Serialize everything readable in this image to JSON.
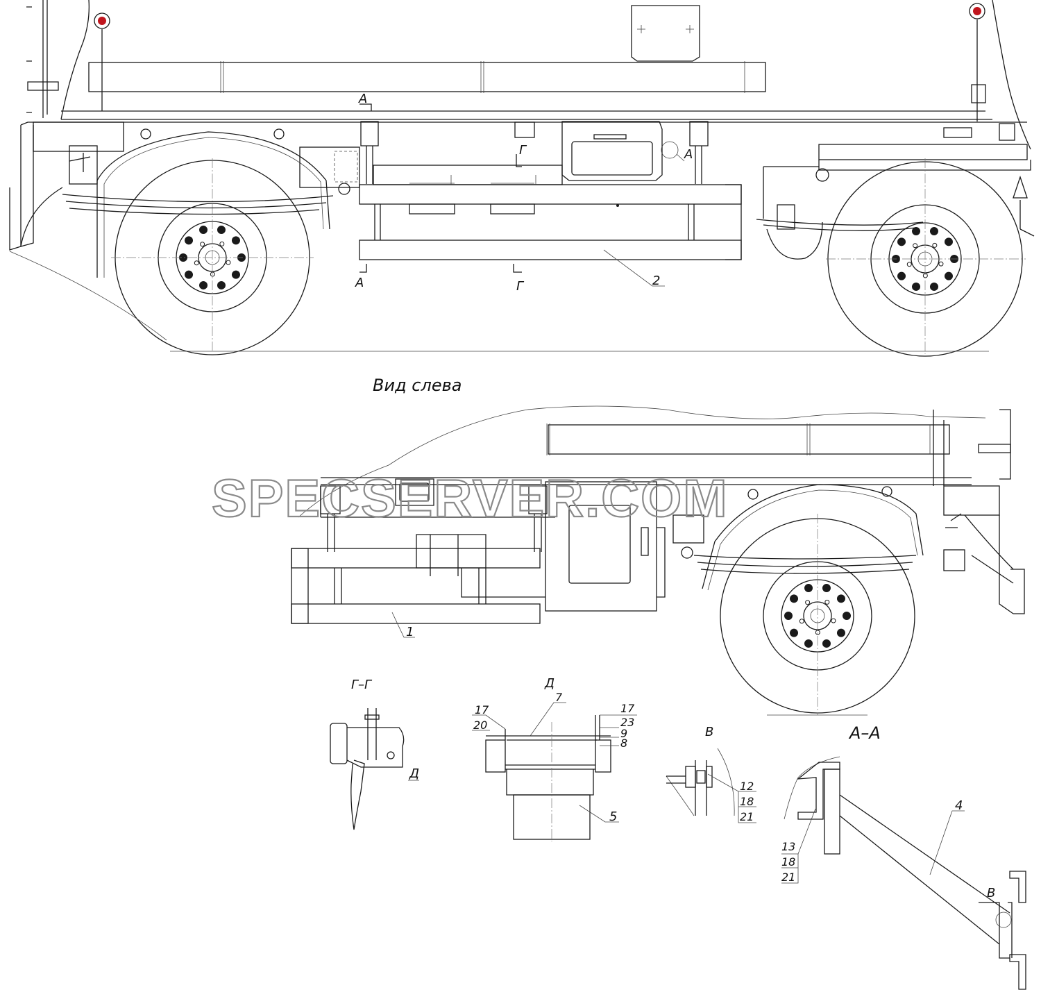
{
  "watermark": "SPECSERVER.COM",
  "views": {
    "left_view_title": "Вид слева",
    "section_gg_title": "Г–Г",
    "detail_d_title": "Д",
    "detail_v_title": "В",
    "section_aa_title": "А–А"
  },
  "section_marks": {
    "a_top": "А",
    "a_bottom": "А",
    "a_right": "А",
    "g_top": "Г",
    "g_bottom": "Г",
    "d_ref": "Д",
    "v_ref": "В"
  },
  "callouts": {
    "p1": "1",
    "p2": "2",
    "p4": "4",
    "p5": "5",
    "p7": "7",
    "p8": "8",
    "p9": "9",
    "p12": "12",
    "p13": "13",
    "p17a": "17",
    "p17b": "17",
    "p18a": "18",
    "p18b": "18",
    "p20": "20",
    "p21a": "21",
    "p21b": "21",
    "p23": "23"
  },
  "colors": {
    "line": "#1a1a1a",
    "lamp": "#c0161e",
    "watermark": "#8a8a8a"
  }
}
